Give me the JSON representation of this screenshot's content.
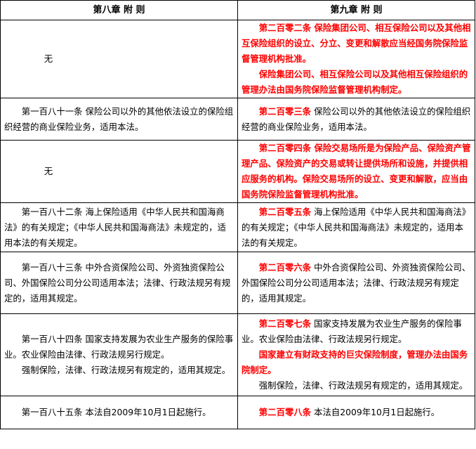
{
  "headers": {
    "left": "第八章 附 则",
    "right": "第九章 附 则"
  },
  "rows": [
    {
      "left": [
        {
          "text": "无",
          "red": false
        }
      ],
      "right": [
        {
          "text": "第二百零二条 保险集团公司、相互保险公司以及其他相互保险组织的设立、分立、变更和解散应当经国务院保险监督管理机构批准。",
          "red": true
        },
        {
          "text": "保险集团公司、相互保险公司以及其他相互保险组织的管理办法由国务院保险监督管理机构制定。",
          "red": true
        }
      ]
    },
    {
      "left": [
        {
          "text": "第一百八十一条 保险公司以外的其他依法设立的保险组织经营的商业保险业务，适用本法。",
          "red": false
        }
      ],
      "right": [
        {
          "parts": [
            {
              "text": "第二百零三条",
              "red": true
            },
            {
              "text": " 保险公司以外的其他依法设立的保险组织经营的商业保险业务，适用本法。",
              "red": false
            }
          ]
        }
      ]
    },
    {
      "left": [
        {
          "text": "无",
          "red": false
        }
      ],
      "right": [
        {
          "text": "第二百零四条 保险交易场所是为保险产品、保险资产管理产品、保险资产的交易或转让提供场所和设施，并提供相应服务的机构。保险交易场所的设立、变更和解散，应当由国务院保险监督管理机构批准。",
          "red": true
        }
      ]
    },
    {
      "left": [
        {
          "text": "第一百八十二条 海上保险适用《中华人民共和国海商法》的有关规定；《中华人民共和国海商法》未规定的，适用本法的有关规定。",
          "red": false
        }
      ],
      "right": [
        {
          "parts": [
            {
              "text": "第二百零五条",
              "red": true
            },
            {
              "text": " 海上保险适用《中华人民共和国海商法》的有关规定；《中华人民共和国海商法》未规定的，适用本法的有关规定。",
              "red": false
            }
          ]
        }
      ]
    },
    {
      "left": [
        {
          "text": "第一百八十三条 中外合资保险公司、外资独资保险公司、外国保险公司分公司适用本法；法律、行政法规另有规定的，适用其规定。",
          "red": false
        }
      ],
      "right": [
        {
          "parts": [
            {
              "text": "第二百零六条",
              "red": true
            },
            {
              "text": " 中外合资保险公司、外资独资保险公司、外国保险公司分公司适用本法；法律、行政法规另有规定的，适用其规定。",
              "red": false
            }
          ]
        }
      ]
    },
    {
      "left": [
        {
          "text": "第一百八十四条 国家支持发展为农业生产服务的保险事业。农业保险由法律、行政法规另行规定。",
          "red": false
        },
        {
          "text": "强制保险，法律、行政法规另有规定的，适用其规定。",
          "red": false
        }
      ],
      "right": [
        {
          "parts": [
            {
              "text": "第二百零七条",
              "red": true
            },
            {
              "text": " 国家支持发展为农业生产服务的保险事业。农业保险由法律、行政法规另行规定。",
              "red": false
            }
          ]
        },
        {
          "text": "国家建立有财政支持的巨灾保险制度，管理办法由国务院制定。",
          "red": true
        },
        {
          "text": "强制保险，法律、行政法规另有规定的，适用其规定。",
          "red": false
        }
      ]
    },
    {
      "left": [
        {
          "text": "第一百八十五条 本法自2009年10月1日起施行。",
          "red": false
        }
      ],
      "right": [
        {
          "parts": [
            {
              "text": "第二百零八条",
              "red": true
            },
            {
              "text": " 本法自2009年10月1日起施行。",
              "red": false
            }
          ]
        }
      ]
    }
  ]
}
